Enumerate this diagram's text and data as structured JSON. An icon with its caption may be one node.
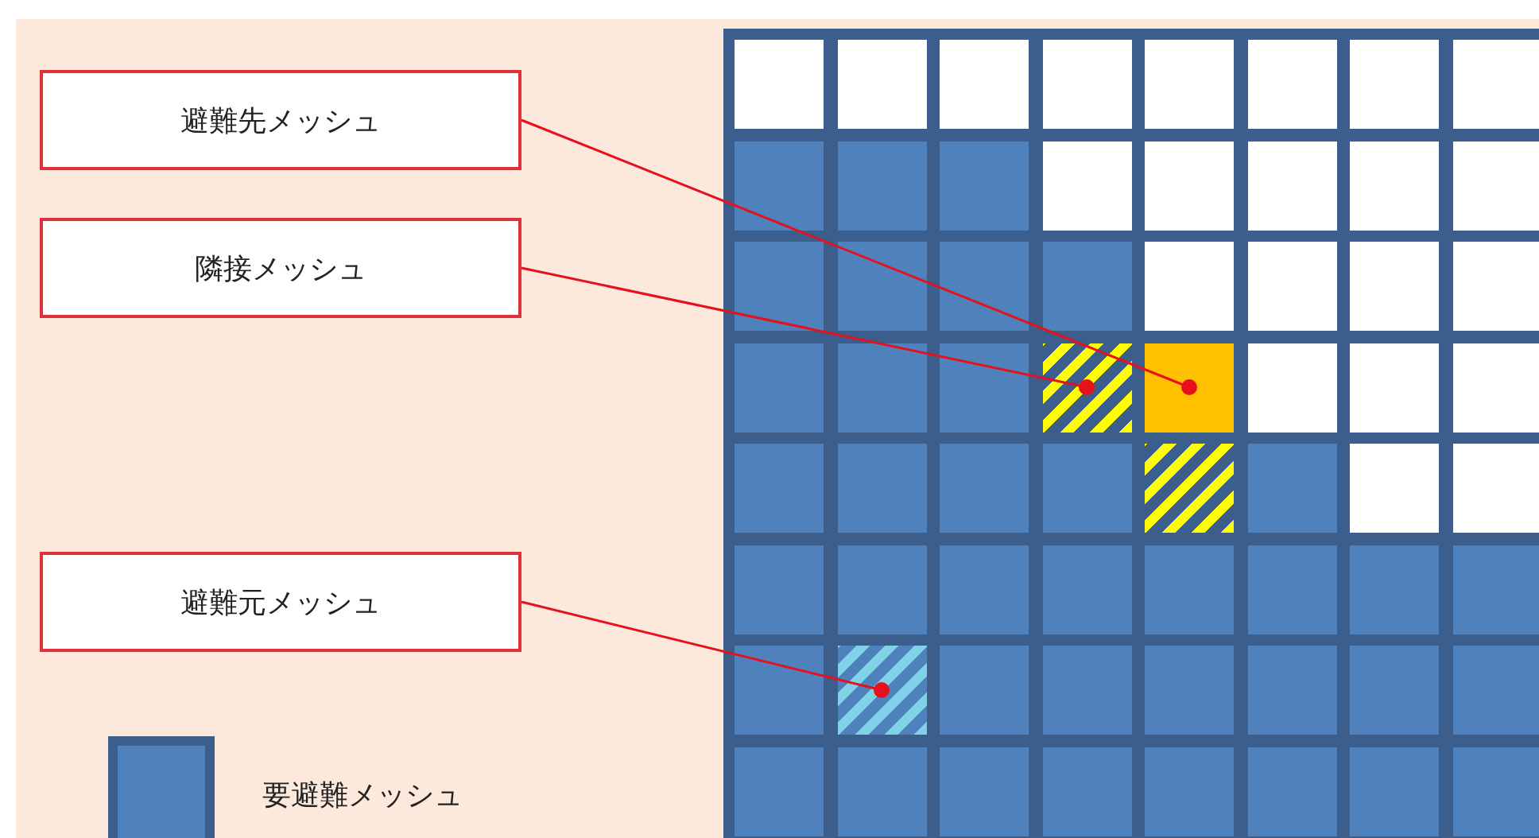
{
  "diagram": {
    "nodes": [
      {
        "text": [
          "避難先メッシュ"
        ]
      },
      {
        "text": [
          "隣接メッシュ"
        ]
      },
      {
        "text": [
          "避難元メッシュ"
        ]
      },
      {
        "text": [],
        "shape": "box"
      },
      {
        "text": [],
        "shape": "box"
      },
      {
        "text": [],
        "shape": "box"
      }
    ],
    "edges": [
      {
        "from": 0,
        "to": 3,
        "arrow": "other"
      },
      {
        "from": 1,
        "to": 4,
        "arrow": "other"
      },
      {
        "from": 2,
        "to": 5,
        "arrow": "other"
      }
    ],
    "legend": [
      {
        "text": "要避難メッシュ",
        "color": "#4f81bd"
      }
    ]
  }
}
